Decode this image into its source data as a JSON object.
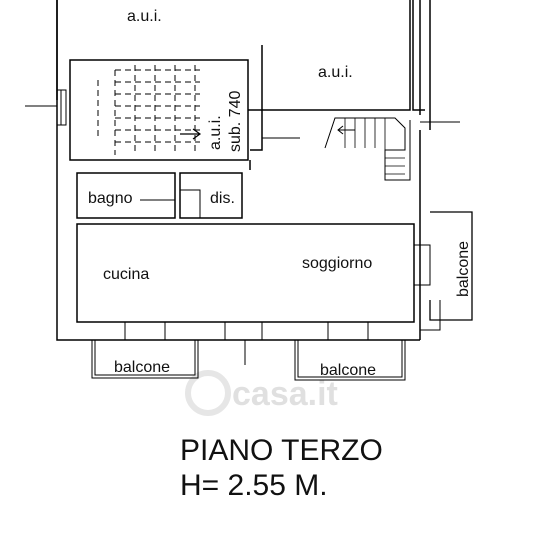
{
  "rooms": {
    "aui_top": "a.u.i.",
    "aui_right": "a.u.i.",
    "aui_sub_1": "a.u.i.",
    "aui_sub_2": "sub. 740",
    "bagno": "bagno",
    "dis": "dis.",
    "cucina": "cucina",
    "soggiorno": "soggiorno",
    "balcone_left": "balcone",
    "balcone_mid": "balcone",
    "balcone_right": "balcone"
  },
  "title": {
    "line1": "PIANO TERZO",
    "line2": "H= 2.55 M."
  },
  "watermark": "casa.it"
}
